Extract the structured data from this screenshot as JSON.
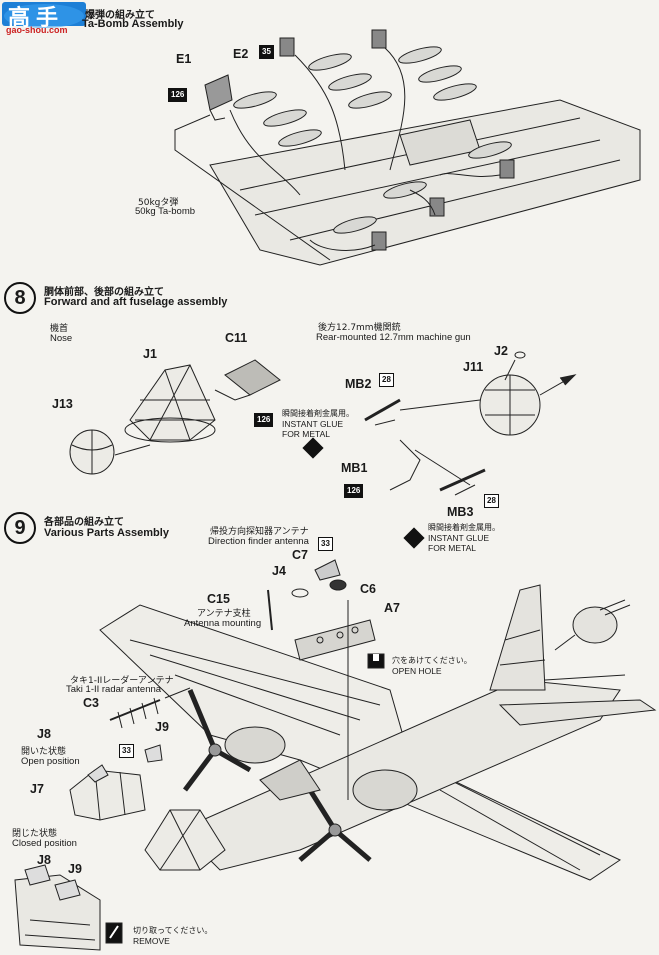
{
  "watermark": {
    "logo_text": "高手",
    "site": "gao-shou.com"
  },
  "step7": {
    "title_jp": "爆弾の組み立て",
    "title_en": "Ta-Bomb Assembly",
    "parts": {
      "e1": "E1",
      "e2": "E2"
    },
    "badges": {
      "b126": "126",
      "b35": "35"
    },
    "bomb_label_jp": "50kgタ弾",
    "bomb_label_en": "50kg Ta-bomb"
  },
  "step8": {
    "number": "8",
    "title_jp": "胴体前部、後部の組み立て",
    "title_en": "Forward and aft fuselage assembly",
    "nose_jp": "機首",
    "nose_en": "Nose",
    "gun_jp": "後方12.7mm機関銃",
    "gun_en": "Rear-mounted 12.7mm machine gun",
    "parts": {
      "j1": "J1",
      "c11": "C11",
      "j13": "J13",
      "j2": "J2",
      "j11": "J11",
      "mb2": "MB2",
      "mb1": "MB1",
      "mb3": "MB3"
    },
    "badges": {
      "b126a": "126",
      "b28a": "28",
      "b126b": "126",
      "b28b": "28"
    },
    "glue_jp": "瞬間接着剤金属用。",
    "glue_en_1": "INSTANT GLUE",
    "glue_en_2": "FOR METAL"
  },
  "step9": {
    "number": "9",
    "title_jp": "各部品の組み立て",
    "title_en": "Various Parts Assembly",
    "dfa_jp": "帰投方向探知器アンテナ",
    "dfa_en": "Direction finder antenna",
    "antenna_mount_jp": "アンテナ支柱",
    "antenna_mount_en": "Antenna mounting",
    "radar_jp": "タキ1-IIレーダーアンテナ",
    "radar_en": "Taki 1-II radar antenna",
    "open_pos_jp": "開いた状態",
    "open_pos_en": "Open position",
    "closed_pos_jp": "閉じた状態",
    "closed_pos_en": "Closed position",
    "hole_jp": "穴をあけてください。",
    "hole_en": "OPEN  HOLE",
    "remove_jp": "切り取ってください。",
    "remove_en": "REMOVE",
    "parts": {
      "c7": "C7",
      "j4": "J4",
      "c6": "C6",
      "c15": "C15",
      "a7": "A7",
      "c3": "C3",
      "j9": "J9",
      "j8": "J8",
      "j7": "J7",
      "j8b": "J8",
      "j9b": "J9"
    },
    "badges": {
      "b33a": "33",
      "b33b": "33"
    }
  }
}
